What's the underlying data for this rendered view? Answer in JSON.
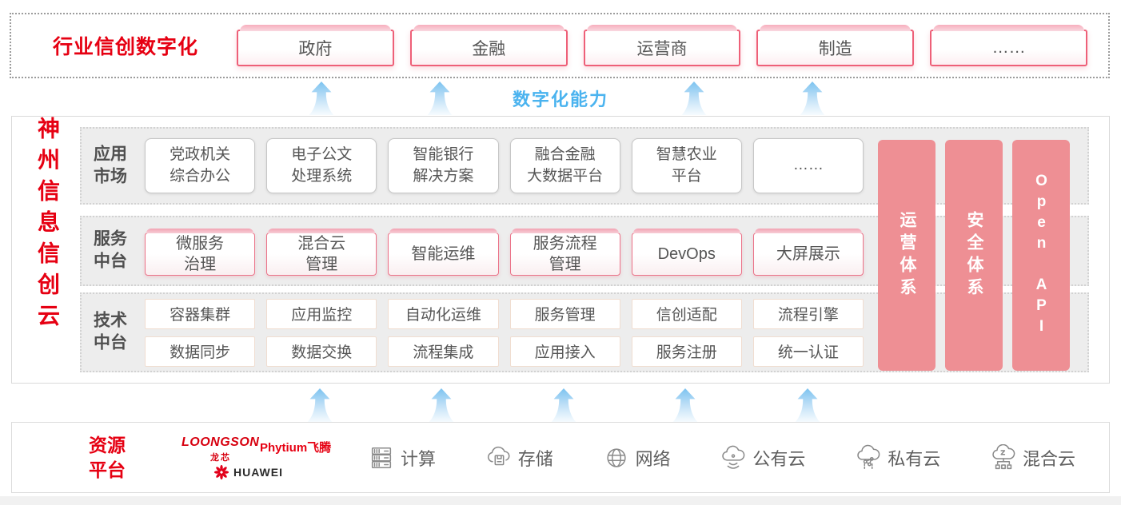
{
  "colors": {
    "brand_red": "#e60012",
    "pink_bar": "#ee8f94",
    "pink_border": "#ee6078",
    "capability_blue": "#4ab3ef",
    "box_text": "#555555"
  },
  "banner": {
    "label": "行业信创数字化",
    "items": [
      "政府",
      "金融",
      "运营商",
      "制造",
      "……"
    ]
  },
  "capability": {
    "label": "数字化能力"
  },
  "platform": {
    "title": "神州信息信创云",
    "rows": [
      {
        "label": "应用\n市场",
        "style": "app",
        "items": [
          "党政机关\n综合办公",
          "电子公文\n处理系统",
          "智能银行\n解决方案",
          "融合金融\n大数据平台",
          "智慧农业\n平台",
          "……"
        ]
      },
      {
        "label": "服务\n中台",
        "style": "svc",
        "items": [
          "微服务\n治理",
          "混合云\n管理",
          "智能运维",
          "服务流程\n管理",
          "DevOps",
          "大屏展示"
        ]
      },
      {
        "label": "技术\n中台",
        "style": "tech",
        "item_rows": [
          [
            "容器集群",
            "应用监控",
            "自动化运维",
            "服务管理",
            "信创适配",
            "流程引擎"
          ],
          [
            "数据同步",
            "数据交换",
            "流程集成",
            "应用接入",
            "服务注册",
            "统一认证"
          ]
        ]
      }
    ],
    "side_bars": [
      {
        "label": "运营体系",
        "latin": false
      },
      {
        "label": "安全体系",
        "latin": false
      },
      {
        "label": "Open API",
        "latin": true
      }
    ]
  },
  "resources": {
    "label": "资源\n平台",
    "vendors": {
      "loongson": "LOONGSON",
      "loongson_cn": "龙芯",
      "phytium": "Phytium飞腾",
      "huawei": "HUAWEI"
    },
    "items": [
      {
        "icon": "server-icon",
        "label": "计算"
      },
      {
        "icon": "storage-cloud-icon",
        "label": "存储"
      },
      {
        "icon": "network-globe-icon",
        "label": "网络"
      },
      {
        "icon": "public-cloud-icon",
        "label": "公有云"
      },
      {
        "icon": "private-cloud-icon",
        "label": "私有云"
      },
      {
        "icon": "hybrid-cloud-icon",
        "label": "混合云"
      }
    ]
  }
}
